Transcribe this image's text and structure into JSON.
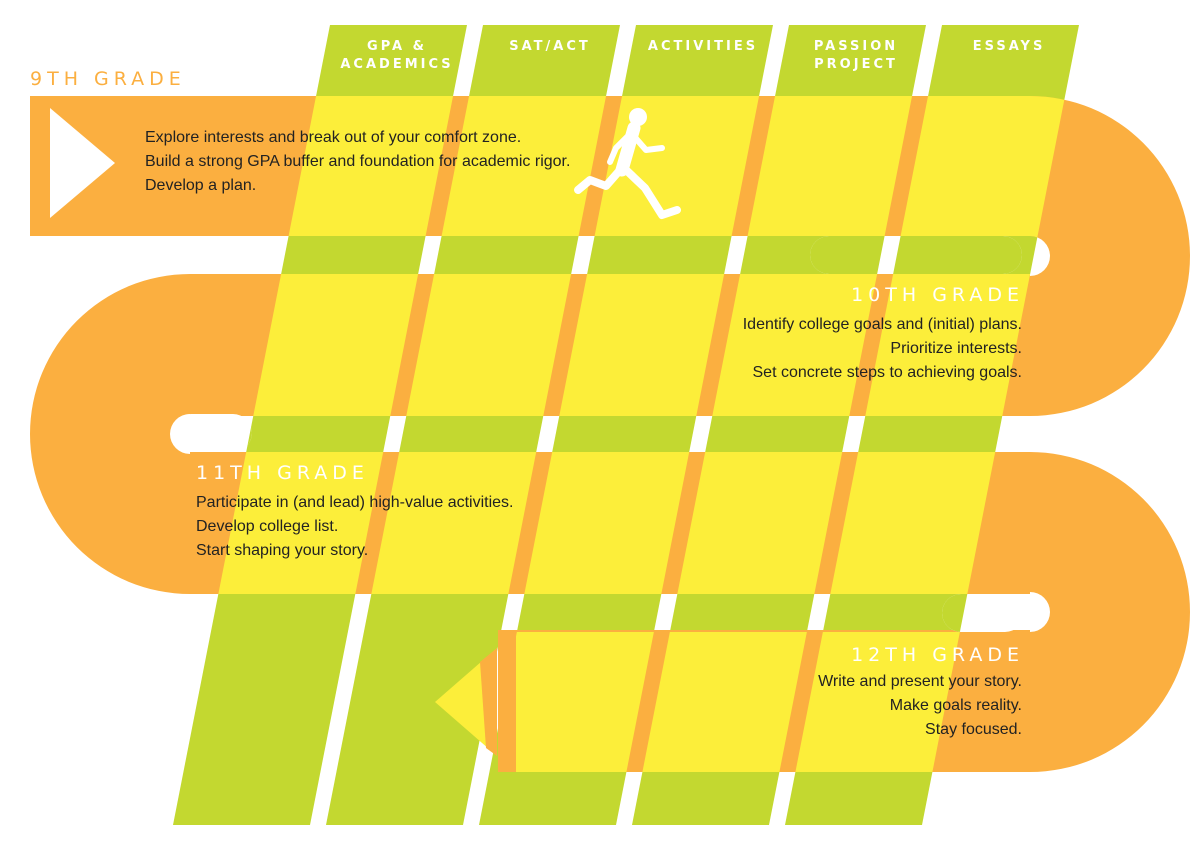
{
  "colors": {
    "orange": "#FBAF40",
    "yellow": "#FCEE3A",
    "green": "#C3D830",
    "white": "#FFFFFF",
    "text": "#222222"
  },
  "columns": [
    {
      "label": "GPA & ACADEMICS",
      "lines": [
        "GPA &",
        "ACADEMICS"
      ]
    },
    {
      "label": "SAT/ACT",
      "lines": [
        "SAT/ACT"
      ]
    },
    {
      "label": "ACTIVITIES",
      "lines": [
        "ACTIVITIES"
      ]
    },
    {
      "label": "PASSION PROJECT",
      "lines": [
        "PASSION",
        "PROJECT"
      ]
    },
    {
      "label": "ESSAYS",
      "lines": [
        "ESSAYS"
      ]
    }
  ],
  "grades": [
    {
      "title": "9TH GRADE",
      "lines": [
        "Explore interests and break out of your comfort zone.",
        "Build a strong GPA buffer and foundation for academic rigor.",
        "Develop a plan."
      ]
    },
    {
      "title": "10TH GRADE",
      "lines": [
        "Identify college goals and (initial) plans.",
        "Prioritize interests.",
        "Set concrete steps to achieving goals."
      ]
    },
    {
      "title": "11TH GRADE",
      "lines": [
        "Participate in (and lead) high-value activities.",
        "Develop college list.",
        "Start shaping your story."
      ]
    },
    {
      "title": "12TH GRADE",
      "lines": [
        "Write and present your story.",
        "Make goals reality.",
        "Stay focused."
      ]
    }
  ],
  "icons": {
    "start": "play-triangle-icon",
    "runner": "runner-icon",
    "finish": "arrow-left-icon"
  }
}
